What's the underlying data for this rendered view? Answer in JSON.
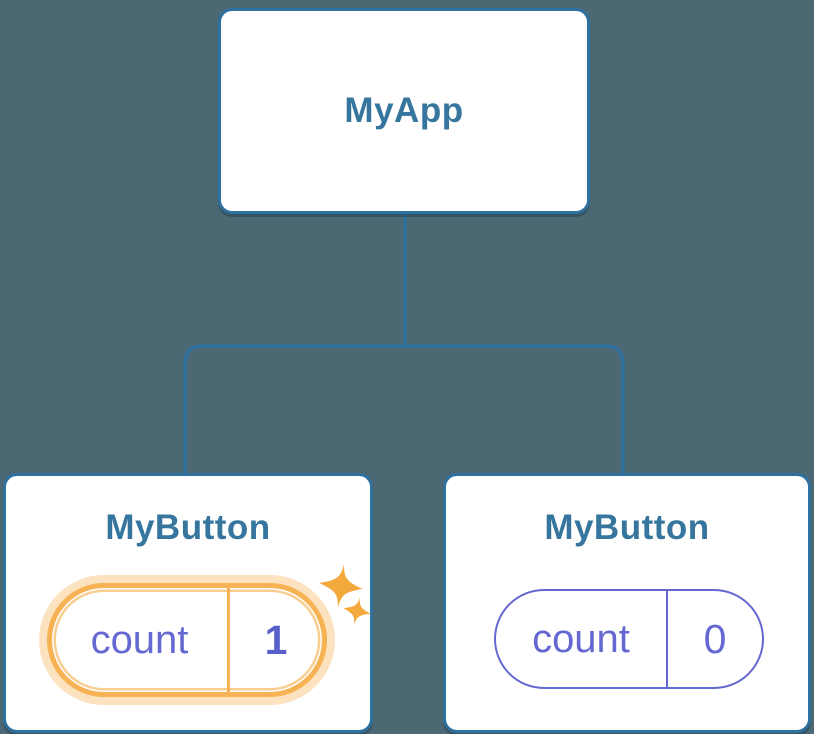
{
  "colors": {
    "background": "#4C6873",
    "node-border": "#2E719F",
    "node-title": "#36759D",
    "state-indigo": "#6468D0",
    "state-value-strong": "#5A60CB",
    "highlight-orange": "#F6B253",
    "highlight-glow": "rgba(246,178,83,0.38)",
    "sparkle-orange": "#F4A93C",
    "card-bg": "#FFFFFF"
  },
  "tree": {
    "root": {
      "label": "MyApp"
    },
    "children": [
      {
        "label": "MyButton",
        "state": {
          "key": "count",
          "value": "1"
        },
        "highlighted": true,
        "icon": "sparkle-icon"
      },
      {
        "label": "MyButton",
        "state": {
          "key": "count",
          "value": "0"
        },
        "highlighted": false
      }
    ]
  },
  "icons": {
    "sparkle": "four-point-star"
  }
}
